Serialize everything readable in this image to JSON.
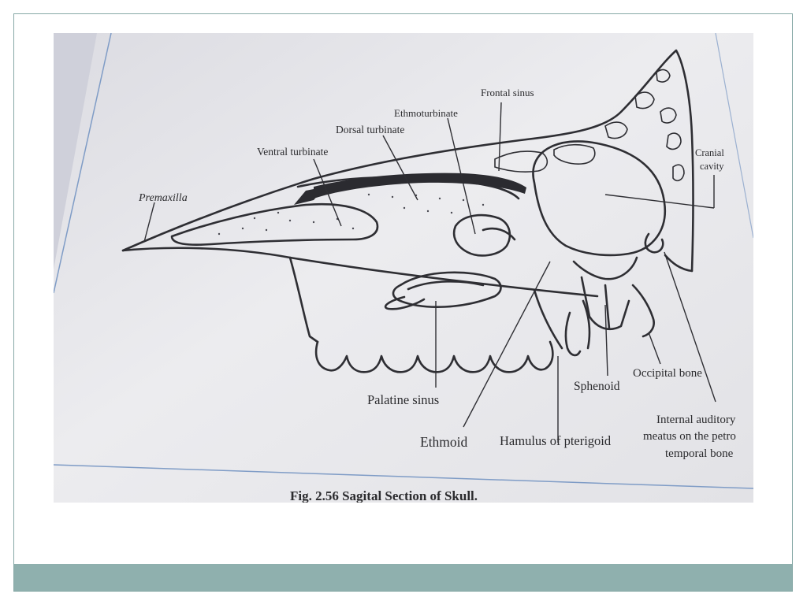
{
  "figure": {
    "caption": "Fig. 2.56 Sagital Section of Skull.",
    "labels": {
      "frontal_sinus": "Frontal sinus",
      "ethmoturbinate": "Ethmoturbinate",
      "dorsal_turbinate": "Dorsal turbinate",
      "ventral_turbinate": "Ventral turbinate",
      "premaxilla": "Premaxilla",
      "cranial_cavity_line1": "Cranial",
      "cranial_cavity_line2": "cavity",
      "palatine_sinus": "Palatine sinus",
      "ethmoid": "Ethmoid",
      "hamulus": "Hamulus of pterigoid",
      "sphenoid": "Sphenoid",
      "occipital_bone": "Occipital bone",
      "internal_auditory_line1": "Internal auditory",
      "internal_auditory_line2": "meatus on the petro",
      "internal_auditory_line3": "temporal bone"
    }
  },
  "colors": {
    "frame_border": "#86a8a6",
    "footer_bar": "#8fb0ae",
    "paper": "#e7e7ea",
    "ink": "#2b2b2e"
  }
}
